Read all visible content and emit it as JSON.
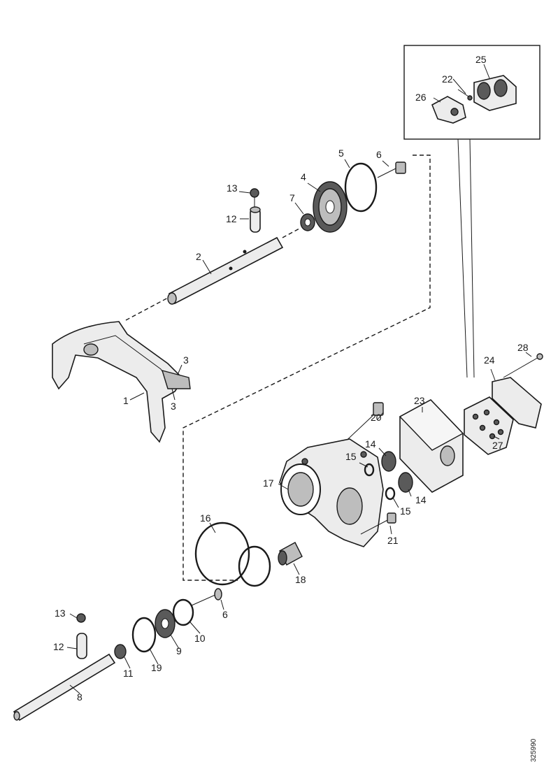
{
  "diagram": {
    "callouts": {
      "c1": "1",
      "c2": "2",
      "c3a": "3",
      "c3b": "3",
      "c4": "4",
      "c5": "5",
      "c6a": "6",
      "c6b": "6",
      "c7": "7",
      "c8": "8",
      "c9": "9",
      "c10": "10",
      "c11": "11",
      "c12a": "12",
      "c12b": "12",
      "c13a": "13",
      "c13b": "13",
      "c14a": "14",
      "c14b": "14",
      "c15a": "15",
      "c15b": "15",
      "c16": "16",
      "c17": "17",
      "c18": "18",
      "c19": "19",
      "c20": "20",
      "c21": "21",
      "c22": "22",
      "c23": "23",
      "c24": "24",
      "c25": "25",
      "c26": "26",
      "c27": "27",
      "c28": "28"
    },
    "document_id": "325990"
  }
}
